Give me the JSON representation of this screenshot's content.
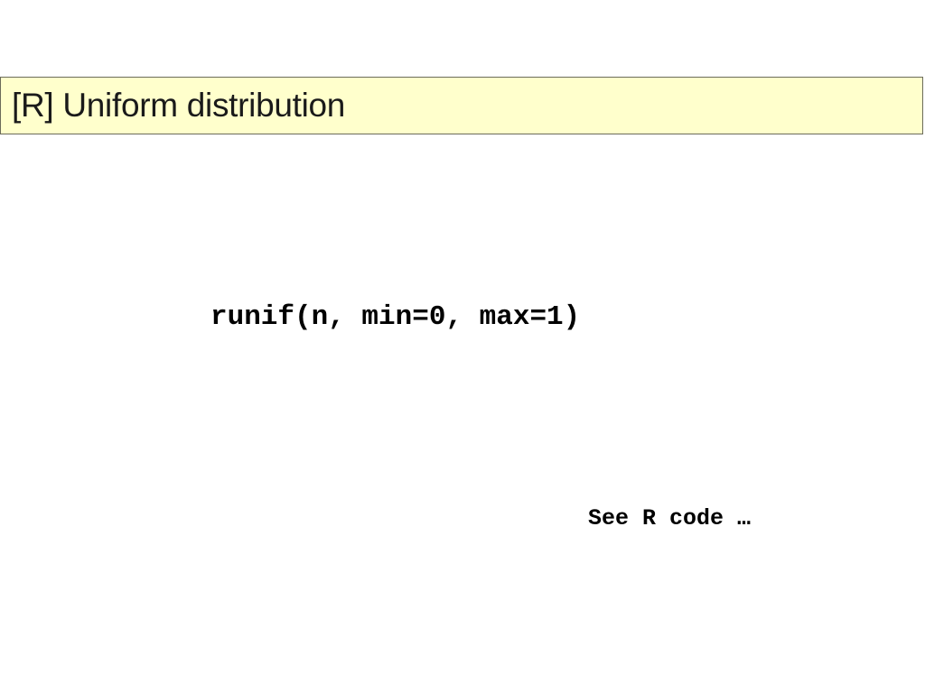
{
  "slide": {
    "title": "[R] Uniform distribution",
    "code": "runif(n, min=0, max=1)",
    "note": "See R code …"
  },
  "colors": {
    "title_background": "#ffffcc",
    "title_border": "#6b6b5a",
    "text": "#000000"
  }
}
